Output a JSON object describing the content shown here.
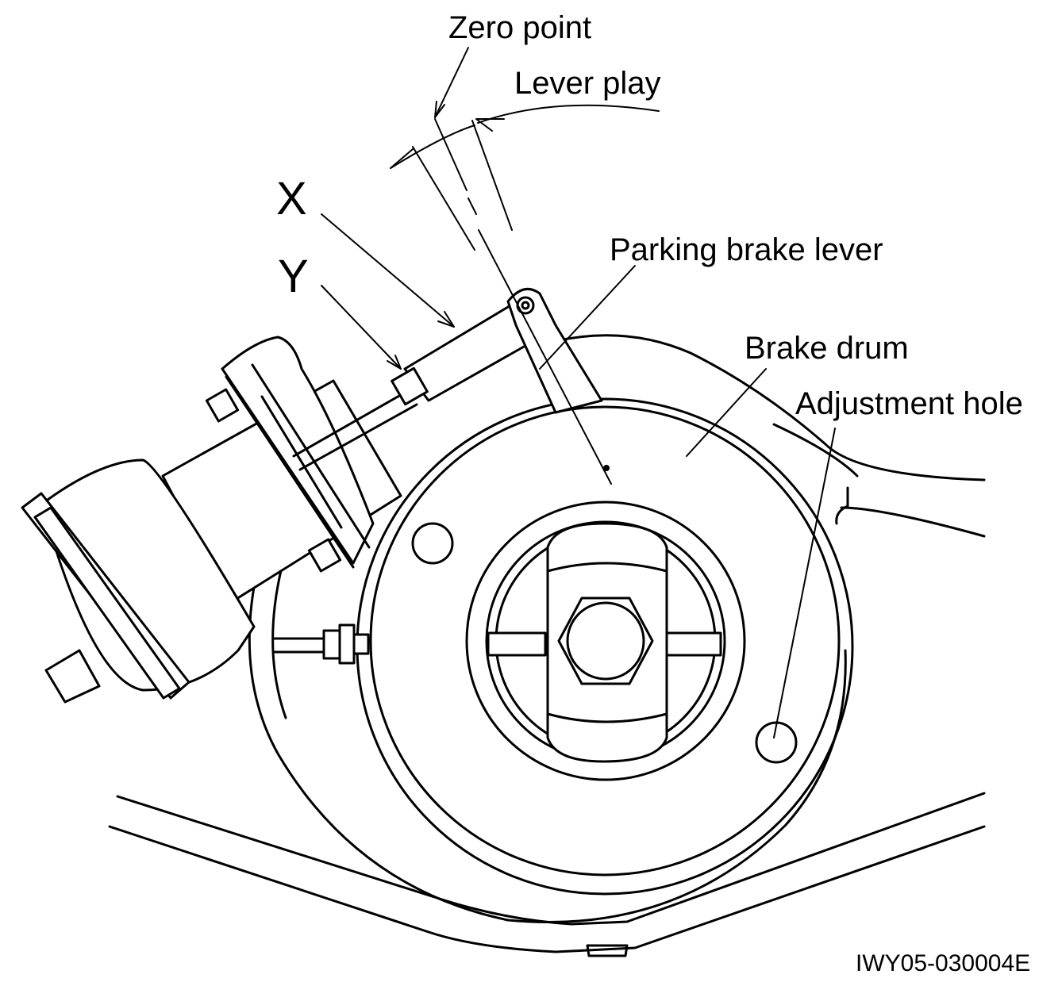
{
  "labels": {
    "zero_point": "Zero point",
    "lever_play": "Lever play",
    "x": "X",
    "y": "Y",
    "parking_brake_lever": "Parking brake lever",
    "brake_drum": "Brake drum",
    "adjustment_hole": "Adjustment hole",
    "figure_id": "IWY05-030004E"
  },
  "colors": {
    "ink": "#000000",
    "paper": "#ffffff"
  }
}
